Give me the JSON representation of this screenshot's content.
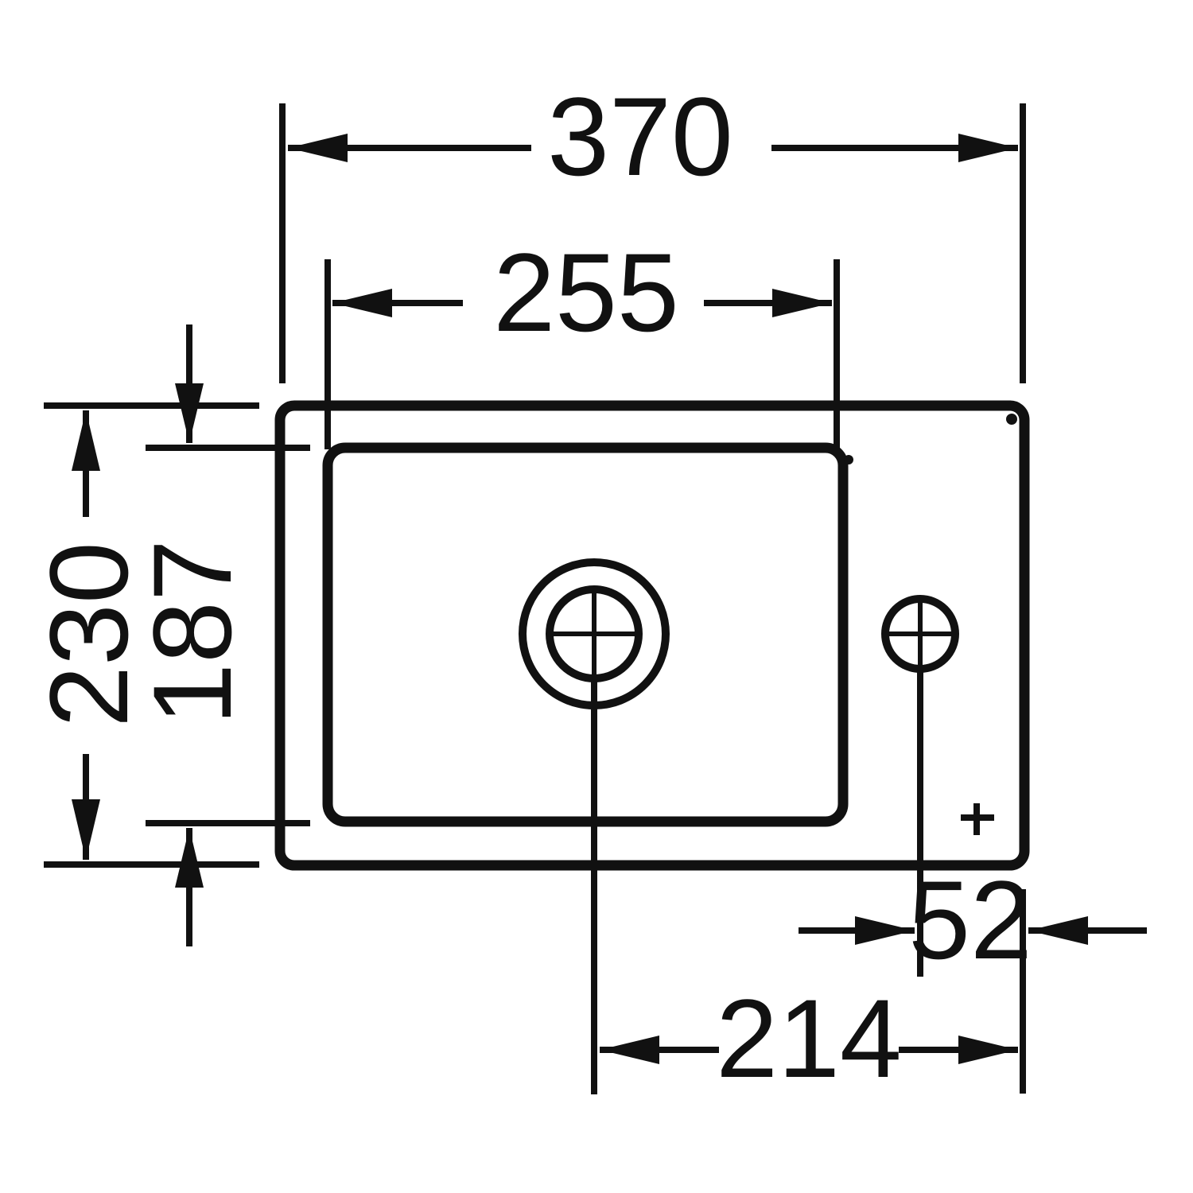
{
  "drawing": {
    "line_color": "#111111",
    "background": "#ffffff",
    "dimensions": {
      "overall_width": "370",
      "bowl_width": "255",
      "overall_depth": "230",
      "bowl_depth": "187",
      "tap_hole_offset": "52",
      "drain_offset": "214"
    }
  }
}
